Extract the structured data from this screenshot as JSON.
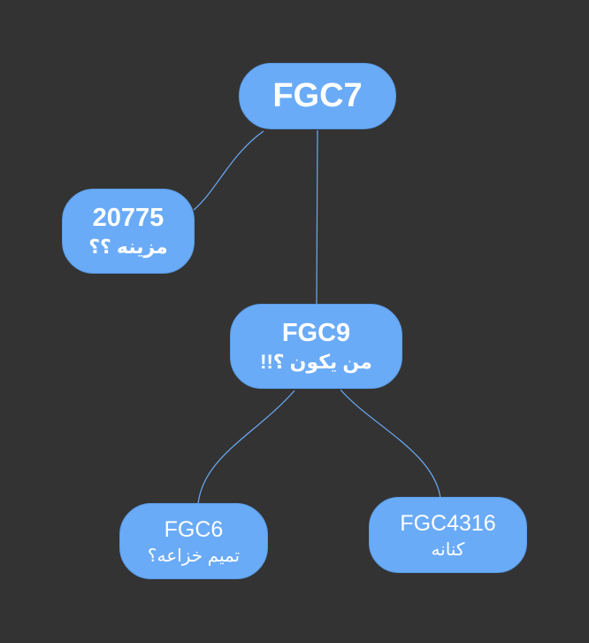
{
  "colors": {
    "background": "#333333",
    "node_fill": "#6aabf7",
    "connector": "#6aabf7",
    "text": "#ffffff"
  },
  "nodes": {
    "fgc7": {
      "line1": "FGC7"
    },
    "n20775": {
      "line1": "20775",
      "line2": "مزينه ؟؟"
    },
    "fgc9": {
      "line1": "FGC9",
      "line2": "من يكون ؟!!"
    },
    "fgc6": {
      "line1": "FGC6",
      "line2": "تميم خزاعه؟"
    },
    "fgc4316": {
      "line1": "FGC4316",
      "line2": "كنانه"
    }
  },
  "edges": [
    {
      "from": "fgc7",
      "to": "n20775"
    },
    {
      "from": "fgc7",
      "to": "fgc9"
    },
    {
      "from": "fgc9",
      "to": "fgc6"
    },
    {
      "from": "fgc9",
      "to": "fgc4316"
    }
  ]
}
